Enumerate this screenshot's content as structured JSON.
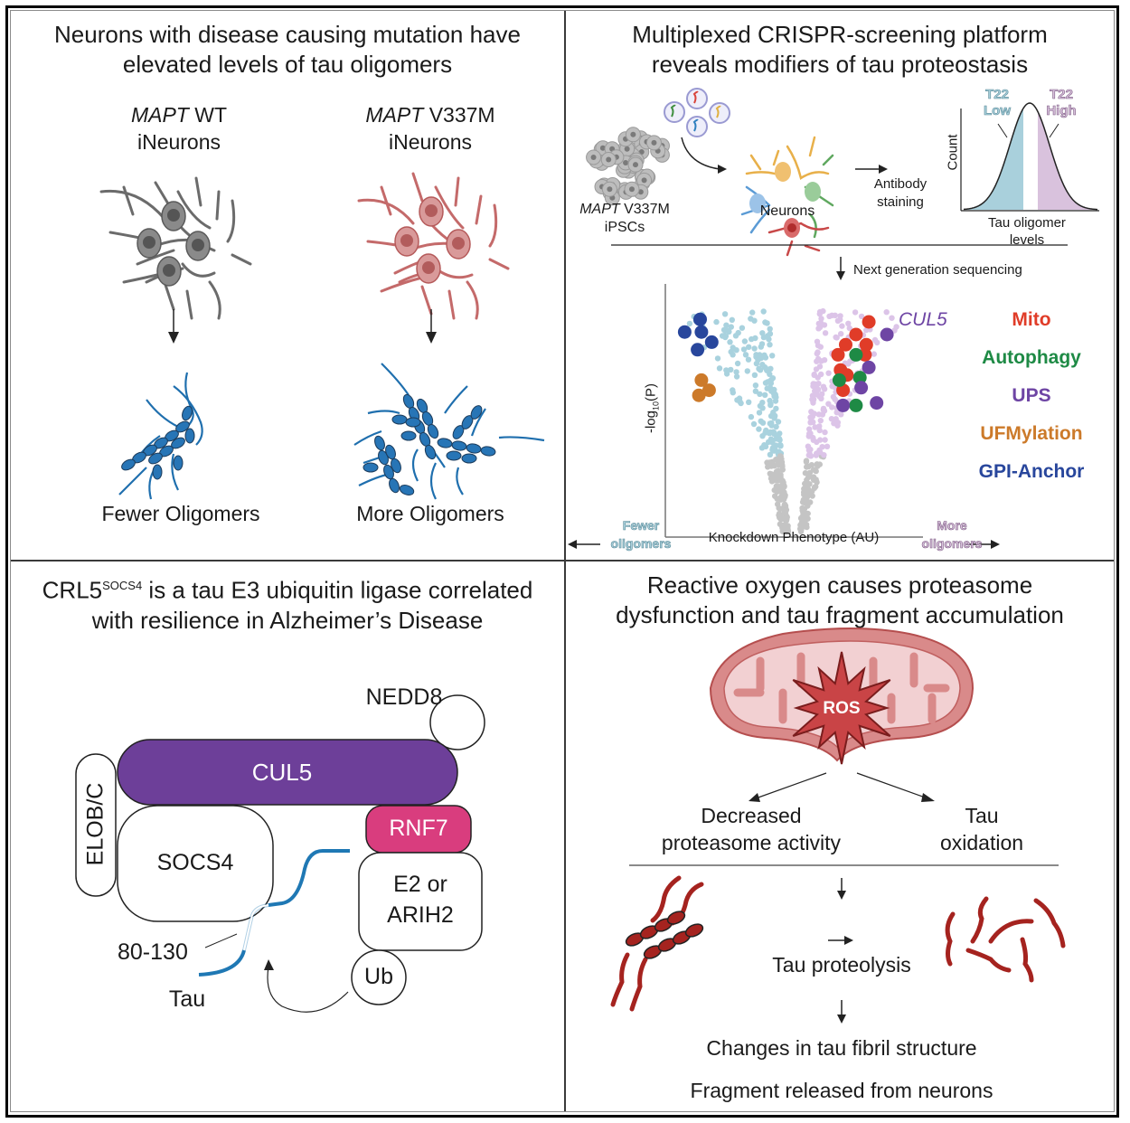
{
  "panels": {
    "top_left": {
      "title_line1": "Neurons with disease causing mutation have",
      "title_line2": "elevated levels of tau oligomers",
      "left": {
        "gene": "MAPT",
        "variant": " WT",
        "cell": "iNeurons",
        "result": "Fewer Oligomers",
        "neuron_color": "#6b6b6b"
      },
      "right": {
        "gene": "MAPT",
        "variant": " V337M",
        "cell": "iNeurons",
        "result": "More Oligomers",
        "neuron_color": "#c46a6a"
      },
      "oligomer_color": "#1f6fae"
    },
    "top_right": {
      "title_line1": "Multiplexed CRISPR-screening platform",
      "title_line2": "reveals modifiers of tau proteostasis",
      "ipsc_gene": "MAPT",
      "ipsc_variant": " V337M",
      "ipsc_label": "iPSCs",
      "neurons_label": "Neurons",
      "staining_line1": "Antibody",
      "staining_line2": "staining",
      "hist_ylabel": "Count",
      "hist_xlabel_line1": "Tau oligomer",
      "hist_xlabel_line2": "levels",
      "low_label_line1": "T22",
      "low_label_line2": "Low",
      "high_label_line1": "T22",
      "high_label_line2": "High",
      "ngs_label": "Next generation sequencing",
      "fewer_line1": "Fewer",
      "fewer_line2": "oligomers",
      "more_line1": "More",
      "more_line2": "oligomers"
    },
    "bottom_left": {
      "title_prefix": "CRL5",
      "title_sup": "SOCS4",
      "title_line1_rest": " is a tau E3 ubiquitin ligase correlated",
      "title_line2": "with resilience in Alzheimer’s Disease",
      "components": {
        "nedd8": "NEDD8",
        "cul5": "CUL5",
        "elobc": "ELOB/C",
        "socs4": "SOCS4",
        "rnf7": "RNF7",
        "e2_line1": "E2 or",
        "e2_line2": "ARIH2",
        "ub": "Ub",
        "tau_region": "80-130",
        "tau": "Tau"
      },
      "colors": {
        "cul5": "#6d3f99",
        "rnf7": "#d93d7e",
        "tau": "#1f78b4"
      }
    },
    "bottom_right": {
      "title_line1": "Reactive oxygen causes proteasome",
      "title_line2": "dysfunction and tau fragment accumulation",
      "ros": "ROS",
      "decreased_line1": "Decreased",
      "decreased_line2": "proteasome activity",
      "oxidation_line1": "Tau",
      "oxidation_line2": "oxidation",
      "proteolysis": "Tau proteolysis",
      "fibril_change": "Changes in tau fibril structure",
      "fragment_release": "Fragment released from neurons",
      "colors": {
        "mito_outer": "#d98a8a",
        "mito_inner": "#f2d0d2",
        "ros": "#c94446",
        "fibril": "#a5231f"
      }
    }
  },
  "chart_data": {
    "type": "scatter",
    "title": "",
    "xlabel": "Knockdown Phenotype (AU)",
    "ylabel": "-log10(P)",
    "ylabel_base": "-log",
    "ylabel_sub": "10",
    "ylabel_tail": "(P)",
    "grid": false,
    "legend_placement": "right",
    "xlim": [
      -1,
      1
    ],
    "ylim": [
      0,
      1
    ],
    "highlight_label": "CUL5",
    "legend": [
      {
        "name": "Mito",
        "color": "#e03c28"
      },
      {
        "name": "Autophagy",
        "color": "#1e8a45"
      },
      {
        "name": "UPS",
        "color": "#6e45a4"
      },
      {
        "name": "UFMylation",
        "color": "#cc7a2a"
      },
      {
        "name": "GPI-Anchor",
        "color": "#28469c"
      }
    ],
    "background_colors": {
      "negative_hit": "#a9d2de",
      "positive_hit": "#dcc4e8",
      "nonsignificant": "#c4c4c4"
    },
    "series": [
      {
        "name": "Mito",
        "points": [
          [
            0.58,
            0.85
          ],
          [
            0.48,
            0.8
          ],
          [
            0.56,
            0.76
          ],
          [
            0.4,
            0.76
          ],
          [
            0.55,
            0.72
          ],
          [
            0.34,
            0.72
          ],
          [
            0.36,
            0.66
          ],
          [
            0.41,
            0.64
          ],
          [
            0.38,
            0.58
          ]
        ]
      },
      {
        "name": "Autophagy",
        "points": [
          [
            0.48,
            0.72
          ],
          [
            0.51,
            0.63
          ],
          [
            0.35,
            0.62
          ],
          [
            0.48,
            0.52
          ]
        ]
      },
      {
        "name": "UPS",
        "points": [
          [
            0.72,
            0.8
          ],
          [
            0.58,
            0.67
          ],
          [
            0.52,
            0.59
          ],
          [
            0.64,
            0.53
          ],
          [
            0.38,
            0.52
          ]
        ]
      },
      {
        "name": "UFMylation",
        "points": [
          [
            -0.72,
            0.62
          ],
          [
            -0.66,
            0.58
          ],
          [
            -0.74,
            0.56
          ]
        ]
      },
      {
        "name": "GPI-Anchor",
        "points": [
          [
            -0.73,
            0.86
          ],
          [
            -0.85,
            0.81
          ],
          [
            -0.72,
            0.81
          ],
          [
            -0.64,
            0.77
          ],
          [
            -0.75,
            0.74
          ]
        ]
      }
    ],
    "highlight_point": {
      "name": "CUL5",
      "series": "UPS",
      "x": 0.72,
      "y": 0.8
    }
  }
}
